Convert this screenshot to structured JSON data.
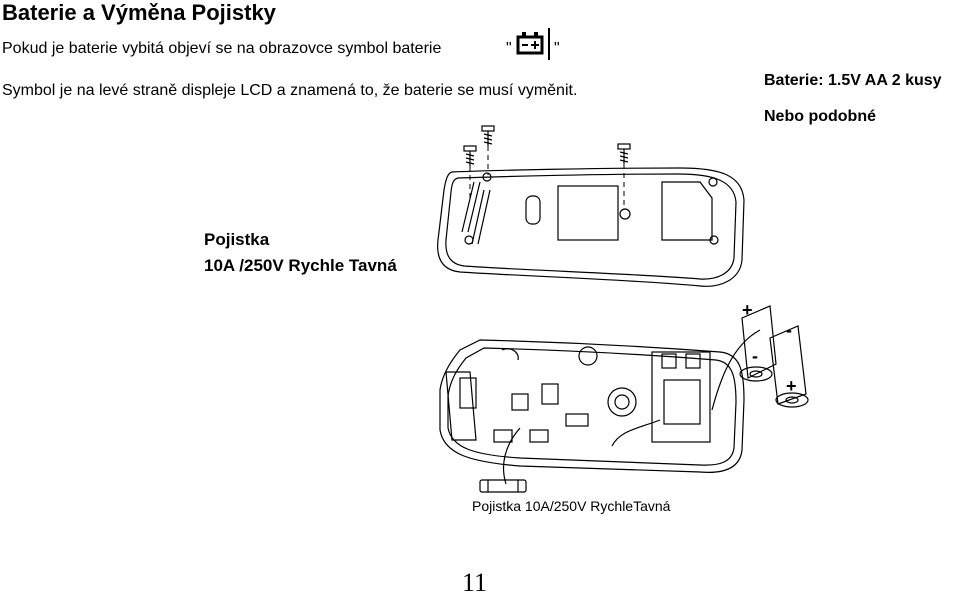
{
  "heading": "Baterie a Výměna Pojistky",
  "text": {
    "line1": "Pokud je baterie vybitá objeví se na obrazovce symbol baterie",
    "quote_open": "\"",
    "quote_close": "\"",
    "line2": "Symbol je na levé straně displeje LCD a znamená to, že baterie se musí vyměnit."
  },
  "battery_info": {
    "spec": "Baterie: 1.5V AA 2 kusy",
    "alternative": "Nebo podobné"
  },
  "fuse": {
    "label": "Pojistka",
    "rating": "10A /250V Rychle Tavná",
    "caption": "Pojistka 10A/250V RychleTavná"
  },
  "battery_signs": {
    "plus": "+",
    "minus": "-"
  },
  "page_number": "11"
}
